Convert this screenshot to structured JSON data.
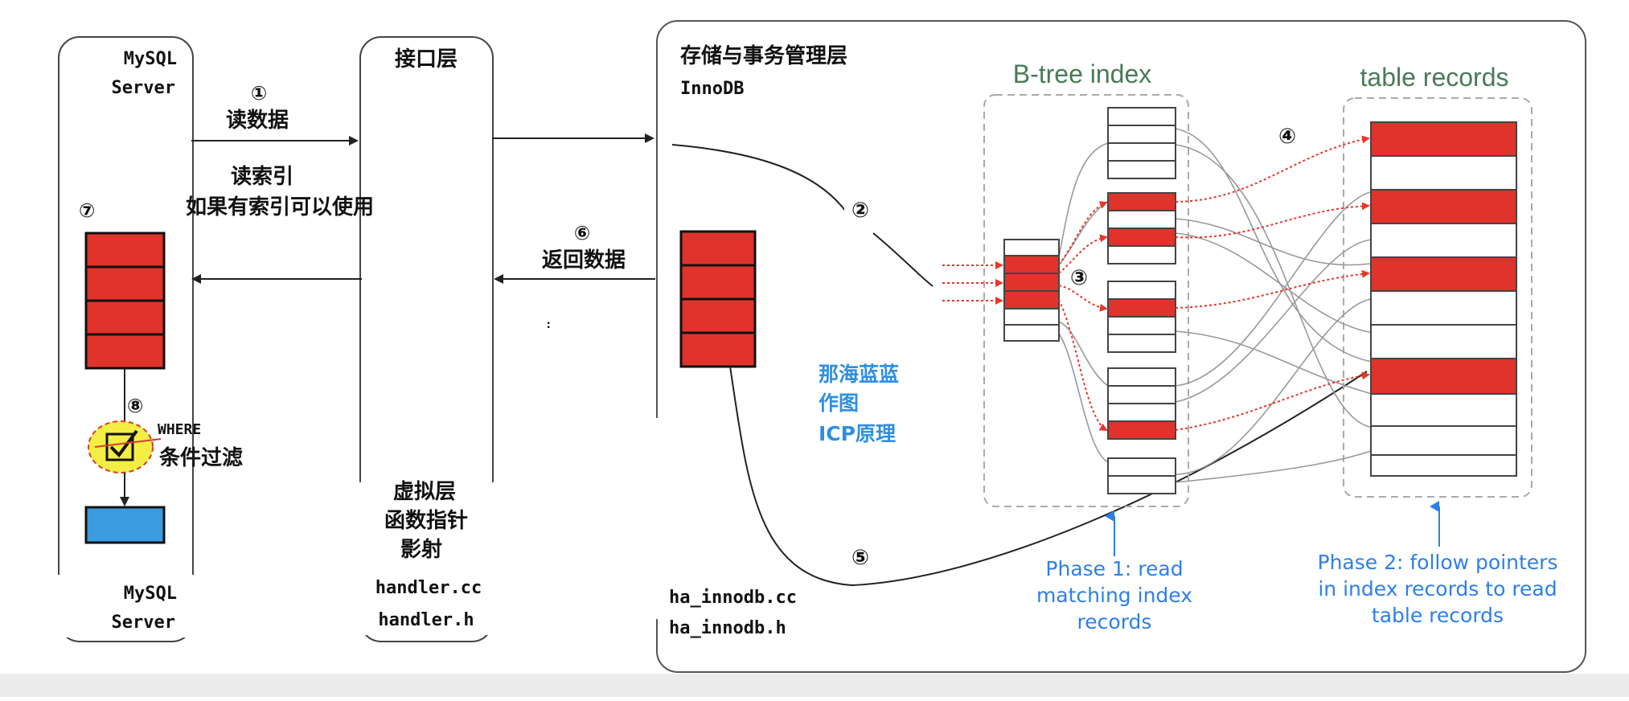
{
  "colors": {
    "record_red": "#e0332b",
    "result_blue": "#3a9be0",
    "check_yellow": "#f3ee44",
    "label_blue": "#2f8fe0",
    "heading_green": "#4a7a58",
    "pointer_red": "#e8362b"
  },
  "mysql_server": {
    "label_top_1": "MySQL",
    "label_top_2": "Server",
    "label_bottom_1": "MySQL",
    "label_bottom_2": "Server",
    "step7": "⑦",
    "step8": "⑧",
    "where_1": "WHERE",
    "where_2": "条件过滤"
  },
  "interface_layer": {
    "title": "接口层",
    "virtual_1": "虚拟层",
    "virtual_2": "函数指针",
    "virtual_3": "影射",
    "file_1": "handler.cc",
    "file_2": "handler.h"
  },
  "arrows": {
    "step1": "①",
    "read_data": "读数据",
    "read_index_1": "读索引",
    "read_index_2": "如果有索引可以使用",
    "step6": "⑥",
    "return_data": "返回数据",
    "stray_mark": ":"
  },
  "storage_layer": {
    "title": "存储与事务管理层",
    "engine": "InnoDB",
    "file_1": "ha_innodb.cc",
    "file_2": "ha_innodb.h",
    "step2": "②",
    "step3": "③",
    "step4": "④",
    "step5": "⑤",
    "credit_1": "那海蓝蓝",
    "credit_2": "作图",
    "credit_3": "ICP原理",
    "btree_title": "B-tree index",
    "records_title": "table records",
    "phase1_1": "Phase 1: read",
    "phase1_2": "matching index",
    "phase1_3": "records",
    "phase2_1": "Phase 2: follow pointers",
    "phase2_2": "in index records to read",
    "phase2_3": "table records"
  }
}
